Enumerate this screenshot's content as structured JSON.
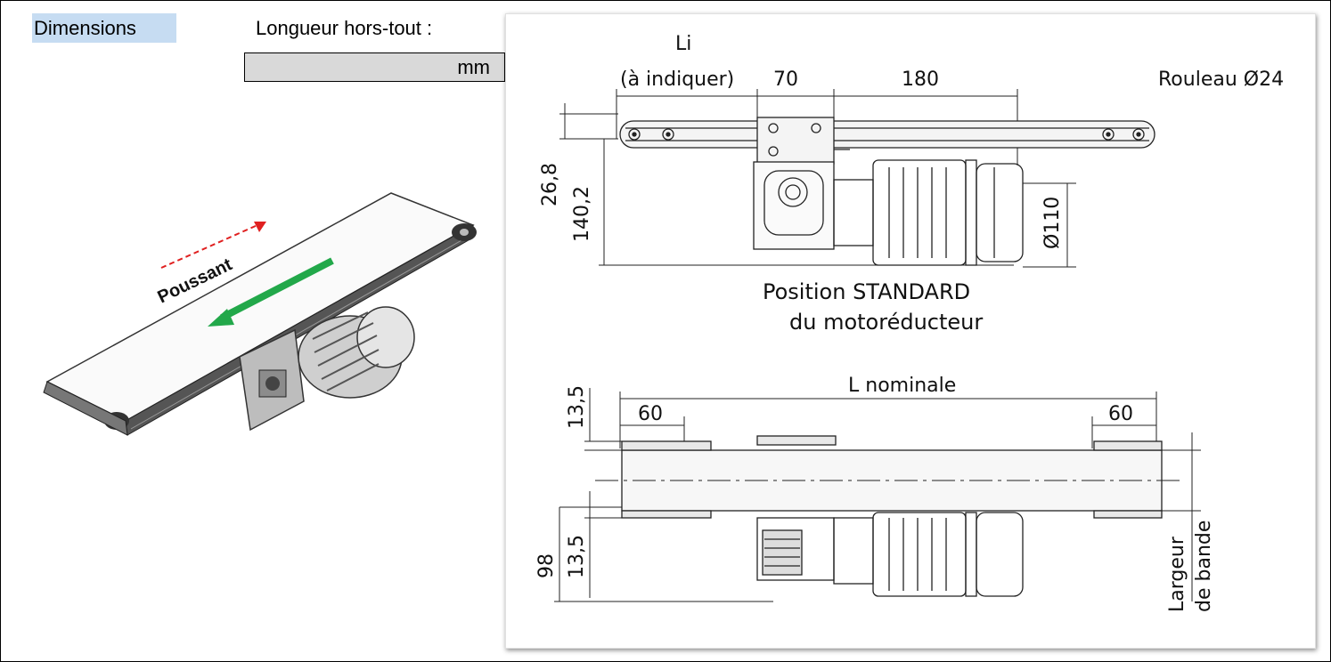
{
  "header": {
    "section_label": "Dimensions",
    "length_label": "Longueur hors-tout :",
    "length_value": "",
    "length_unit": "mm"
  },
  "conveyor_illustration": {
    "direction_label": "Poussant",
    "arrow_dashed_color": "#e02020",
    "arrow_solid_color": "#22a84a"
  },
  "drawing_top": {
    "label_li": "Li",
    "label_a_indiquer": "(à indiquer)",
    "dim_70": "70",
    "dim_180": "180",
    "label_rouleau": "Rouleau Ø24",
    "dim_26_8": "26,8",
    "dim_140_2": "140,2",
    "dim_110": "Ø110",
    "caption_line1": "Position STANDARD",
    "caption_line2": "du motoréducteur"
  },
  "drawing_bottom": {
    "label_l_nominale": "L nominale",
    "dim_60_left": "60",
    "dim_60_right": "60",
    "dim_13_5_top": "13,5",
    "dim_13_5_bottom": "13,5",
    "dim_98": "98",
    "label_largeur": "Largeur",
    "label_de_bande": "de bande"
  }
}
